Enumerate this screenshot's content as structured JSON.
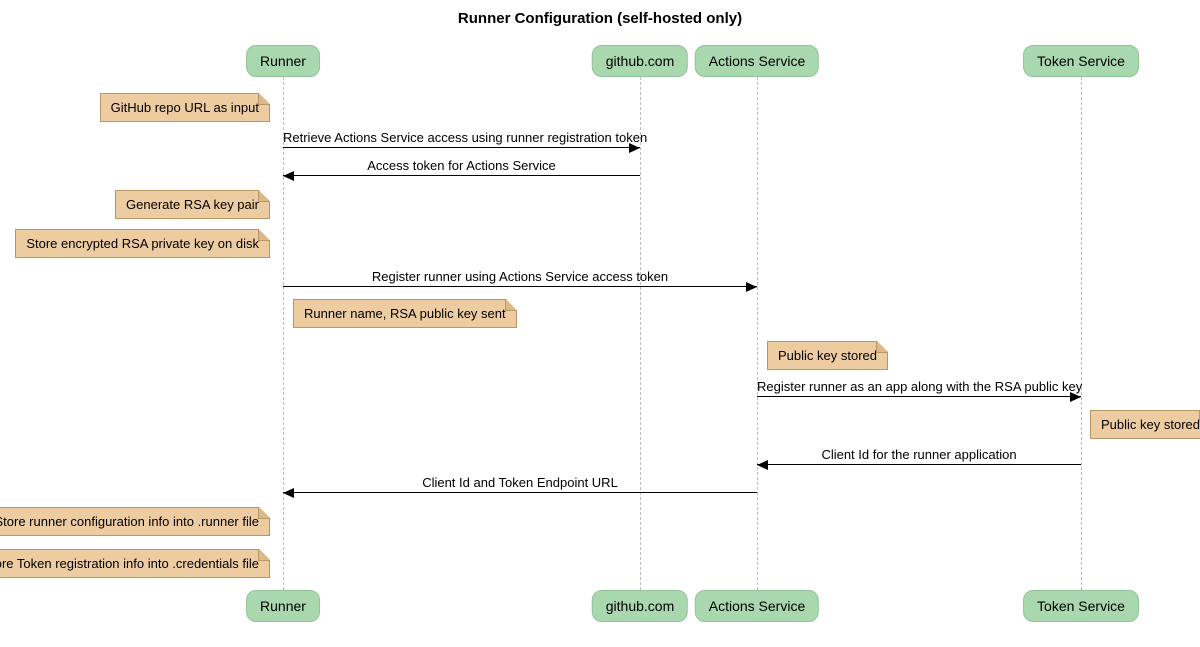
{
  "title": "Runner Configuration (self-hosted only)",
  "participants": [
    {
      "label": "Runner"
    },
    {
      "label": "github.com"
    },
    {
      "label": "Actions Service"
    },
    {
      "label": "Token Service"
    }
  ],
  "messages": [
    {
      "label": "Retrieve Actions Service access using runner registration token",
      "from": "Runner",
      "to": "github.com",
      "direction": "right"
    },
    {
      "label": "Access token for Actions Service",
      "from": "github.com",
      "to": "Runner",
      "direction": "left"
    },
    {
      "label": "Register runner using Actions Service access token",
      "from": "Runner",
      "to": "Actions Service",
      "direction": "right"
    },
    {
      "label": "Register runner as an app along with the RSA public key",
      "from": "Actions Service",
      "to": "Token Service",
      "direction": "right"
    },
    {
      "label": "Client Id for the runner application",
      "from": "Token Service",
      "to": "Actions Service",
      "direction": "left"
    },
    {
      "label": "Client Id and Token Endpoint URL",
      "from": "Actions Service",
      "to": "Runner",
      "direction": "left"
    }
  ],
  "notes": [
    {
      "text": "GitHub repo URL as input",
      "anchor": "Runner",
      "side": "left"
    },
    {
      "text": "Generate RSA key pair",
      "anchor": "Runner",
      "side": "left"
    },
    {
      "text": "Store encrypted RSA private key on disk",
      "anchor": "Runner",
      "side": "left"
    },
    {
      "text": "Runner name, RSA public key sent",
      "anchor": "Runner",
      "side": "right"
    },
    {
      "text": "Public key stored",
      "anchor": "Actions Service",
      "side": "right"
    },
    {
      "text": "Public key stored",
      "anchor": "Token Service",
      "side": "right"
    },
    {
      "text": "Store runner configuration info into .runner file",
      "anchor": "Runner",
      "side": "left"
    },
    {
      "text": "Store Token registration info into .credentials file",
      "anchor": "Runner",
      "side": "left"
    }
  ],
  "colors": {
    "participant_fill": "#A9D7AE",
    "participant_border": "#93C49B",
    "note_fill": "#EECCA2",
    "note_border": "#B99668",
    "note_fold": "#DDB988",
    "lifeline_color": "#BDBDBD",
    "line_color": "#000000",
    "text_color": "#000000",
    "bg": "#FFFFFF"
  }
}
